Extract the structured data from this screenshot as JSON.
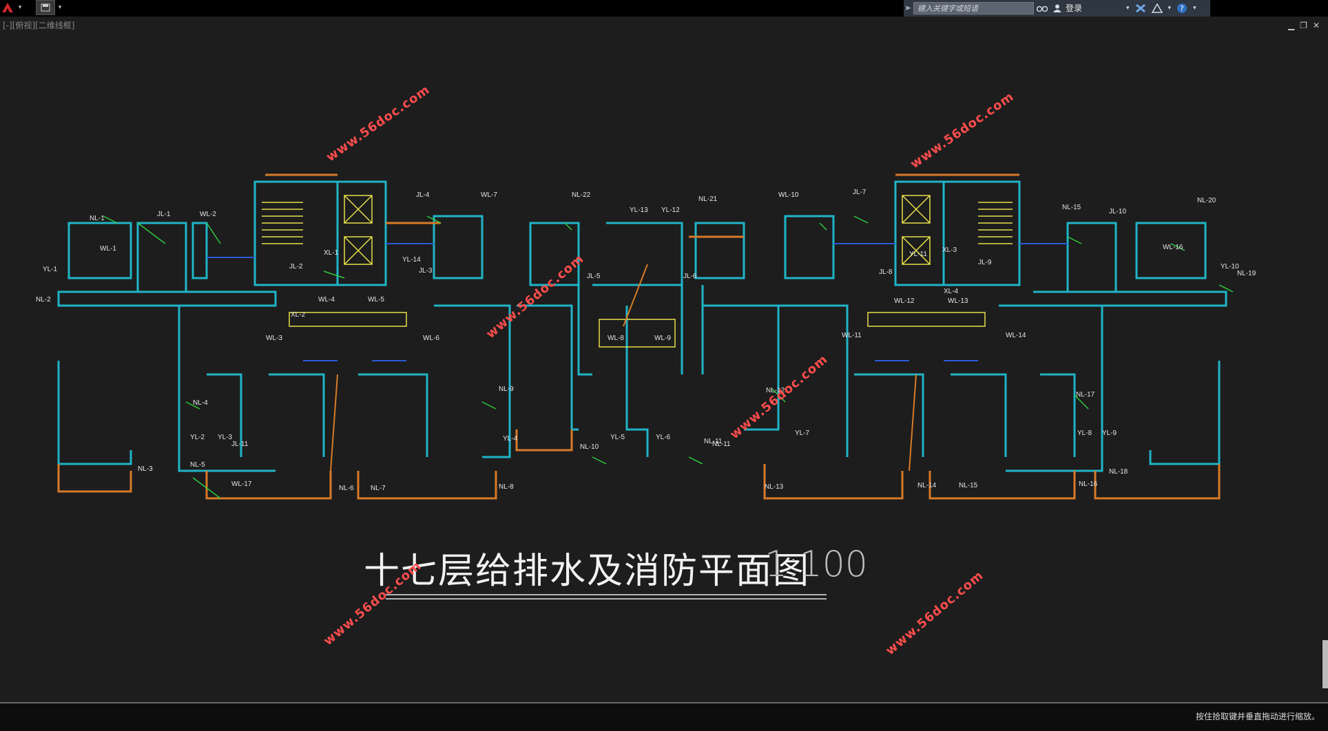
{
  "toolbar": {
    "app_logo": "autocad-a-icon",
    "search_placeholder": "键入关键字或短语",
    "login_label": "登录",
    "help_icon": "help-icon"
  },
  "viewport": {
    "label": "[-][俯视][二维线框]"
  },
  "drawing": {
    "title": "十七层给排水及消防平面图",
    "scale": "1:100",
    "watermark": "www.56doc.com",
    "pipe_labels": [
      "NL-1",
      "JL-1",
      "WL-2",
      "WL-1",
      "YL-1",
      "NL-2",
      "JL-2",
      "XL-1",
      "YL-14",
      "JL-3",
      "JL-4",
      "WL-7",
      "NL-22",
      "YL-13",
      "YL-12",
      "NL-21",
      "WL-10",
      "JL-7",
      "XL-3",
      "JL-8",
      "JL-9",
      "YL-11",
      "NL-15",
      "JL-10",
      "NL-20",
      "WL-16",
      "YL-10",
      "NL-19",
      "WL-4",
      "WL-5",
      "XL-2",
      "WL-3",
      "WL-6",
      "JL-5",
      "JL-6",
      "WL-8",
      "WL-9",
      "WL-12",
      "WL-13",
      "XL-4",
      "NL-11",
      "WL-11",
      "WL-14",
      "NL-4",
      "NL-9",
      "NL-12",
      "NL-17",
      "YL-2",
      "YL-3",
      "JL-11",
      "NL-3",
      "NL-5",
      "WL-17",
      "NL-6",
      "NL-7",
      "NL-8",
      "YL-4",
      "NL-10",
      "YL-5",
      "YL-6",
      "NL-11",
      "YL-7",
      "NL-13",
      "NL-14",
      "NL-15",
      "NL-16",
      "NL-18",
      "YL-8",
      "YL-9"
    ]
  },
  "statusbar": {
    "message": "按住拾取键并垂直拖动进行缩放。"
  },
  "colors": {
    "background": "#1d1d1d",
    "wall": "#1fb5c8",
    "pipe_green": "#2ecc40",
    "text_yellow": "#e8e04a",
    "orange": "#d87a28",
    "watermark": "#ff4d4d"
  }
}
